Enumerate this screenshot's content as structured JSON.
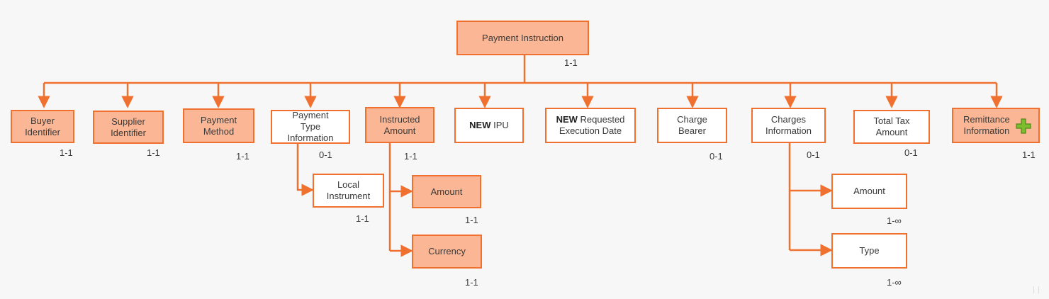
{
  "diagram": {
    "colors": {
      "line": "#f07030",
      "node_filled": "#fbb795",
      "node_plain": "#ffffff",
      "background": "#f7f7f7",
      "plus_icon": "#7dbb2f"
    },
    "root": {
      "label": "Payment Instruction",
      "cardinality": "1-1"
    },
    "children": {
      "buyer": {
        "label": "Buyer\nIdentifier",
        "cardinality": "1-1"
      },
      "supplier": {
        "label": "Supplier\nIdentifier",
        "cardinality": "1-1"
      },
      "method": {
        "label": "Payment\nMethod",
        "cardinality": "1-1"
      },
      "ptype": {
        "label": "Payment\nType\nInformation",
        "cardinality": "0-1"
      },
      "instructed": {
        "label": "Instructed\nAmount",
        "cardinality": "1-1"
      },
      "ipu": {
        "prefix": "NEW",
        "label": " IPU"
      },
      "red": {
        "prefix": "NEW",
        "label": " Requested\nExecution Date"
      },
      "bearer": {
        "label": "Charge\nBearer",
        "cardinality": "0-1"
      },
      "charges": {
        "label": "Charges\nInformation",
        "cardinality": "0-1"
      },
      "tax": {
        "label": "Total Tax\nAmount",
        "cardinality": "0-1"
      },
      "remit": {
        "label": "Remittance\nInformation",
        "cardinality": "1-1"
      }
    },
    "sub": {
      "local": {
        "label": "Local\nInstrument",
        "cardinality": "1-1"
      },
      "amount1": {
        "label": "Amount",
        "cardinality": "1-1"
      },
      "currency": {
        "label": "Currency",
        "cardinality": "1-1"
      },
      "amount2": {
        "label": "Amount",
        "cardinality": "1-∞"
      },
      "type": {
        "label": "Type",
        "cardinality": "1-∞"
      }
    }
  }
}
